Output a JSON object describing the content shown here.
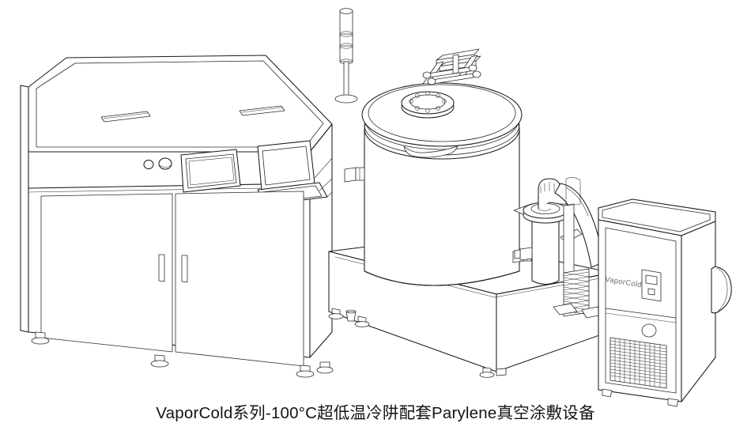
{
  "figure": {
    "caption": "VaporCold系列-100°C超低温冷阱配套Parylene真空涂敷设备",
    "background_color": "#ffffff",
    "line_color": "#1a1a1a",
    "style": "technical line drawing / isometric wireframe illustration"
  },
  "equipment": {
    "control_cabinet": {
      "name": "控制柜",
      "door_count": 2,
      "handle_count": 2,
      "foot_count": 3,
      "top_panel_slots": 2,
      "indicator_buttons": 2
    },
    "hmi_panel": {
      "name": "触摸屏操作面板"
    },
    "monitor": {
      "name": "显示器与键盘"
    },
    "stack_light": {
      "name": "三色警示灯",
      "segments": 3
    },
    "vacuum_chamber": {
      "name": "真空腔体",
      "lid_port_bolts": 8,
      "side_ports": 2,
      "latch_handles": 1
    },
    "chamber_base": {
      "name": "底座平台",
      "foot_count": 4
    },
    "cold_trap": {
      "name": "冷阱",
      "flange": "顶部法兰"
    },
    "bellows_hose": {
      "name": "波纹管软管"
    },
    "heat_exchanger": {
      "name": "盘管换热器",
      "coil_turns": 9
    },
    "chiller": {
      "name": "制冷机组",
      "brand_label": "VaporCold",
      "brand_color": "#6f6f6f",
      "control_panel": {
        "display": "显示窗",
        "button": "按键"
      },
      "grille": {
        "name": "进风格栅",
        "columns": 11,
        "rows": 13
      },
      "port_knob": "圆形接口",
      "side_bulge": "侧面把手罩",
      "foot_count": 2
    }
  }
}
